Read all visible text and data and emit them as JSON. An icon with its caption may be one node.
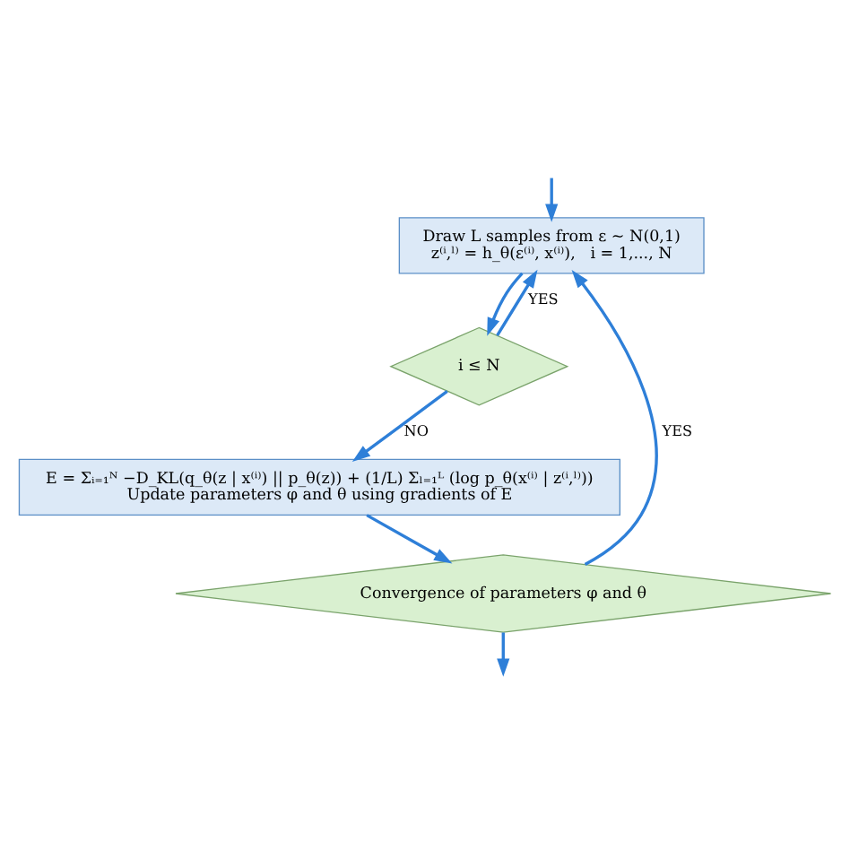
{
  "diagram": {
    "nodes": [
      {
        "text": [
          "Draw L samples from ε ~ N(0,1)",
          "z⁽ⁱ,ˡ⁾ = h_θ(ε⁽ⁱ⁾, x⁽ⁱ⁾),   i = 1,..., N"
        ]
      },
      {
        "text": [
          "i ≤ N"
        ]
      },
      {
        "text": [
          "E = Σᵢ₌₁ᴺ −D_KL(q_θ(z | x⁽ⁱ⁾) || p_θ(z)) + (1/L) Σₗ₌₁ᴸ (log p_θ(x⁽ⁱ⁾ | z⁽ⁱ,ˡ⁾))",
          "Update parameters φ and θ using gradients of E"
        ]
      },
      {
        "text": [
          "Convergence of parameters φ and θ"
        ]
      }
    ],
    "edges": [
      {
        "from": null,
        "to": 0,
        "arrow": "to"
      },
      {
        "from": 0,
        "to": 1,
        "arrow": "to"
      },
      {
        "from": 1,
        "to": 0,
        "arrow": "to",
        "label": "YES"
      },
      {
        "from": 1,
        "to": 2,
        "arrow": "to",
        "label": "NO"
      },
      {
        "from": 2,
        "to": 3,
        "arrow": "to"
      },
      {
        "from": 3,
        "to": 0,
        "arrow": "to",
        "label": "YES"
      },
      {
        "from": 3,
        "to": null,
        "arrow": "to"
      }
    ]
  }
}
